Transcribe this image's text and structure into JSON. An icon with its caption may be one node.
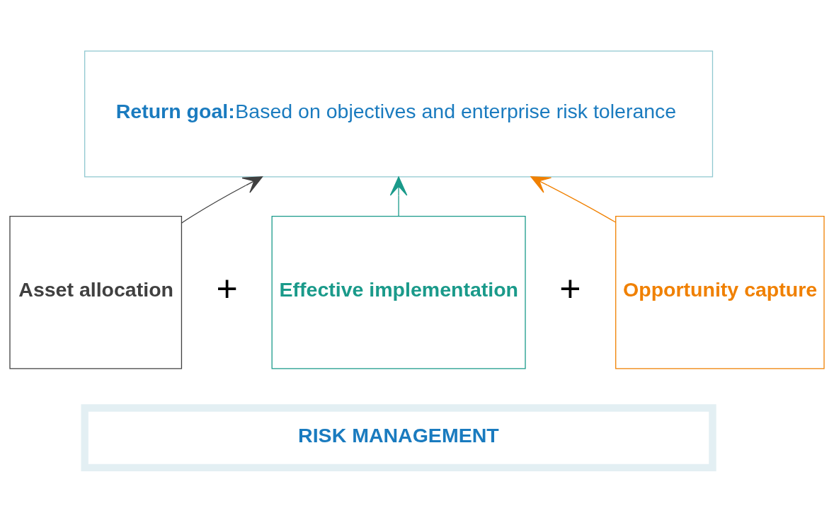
{
  "diagram": {
    "nodes": [
      {
        "text": [
          "Return goal:",
          "Based on objectives and enterprise risk tolerance"
        ]
      },
      {
        "text": [
          "RISK MANAGEMENT"
        ]
      },
      {
        "text": [
          "Asset allocation"
        ]
      },
      {
        "text": [
          "Effective implementation"
        ]
      },
      {
        "text": [
          "Opportunity capture"
        ]
      }
    ],
    "edges": [
      {
        "from": 2,
        "to": 0,
        "arrow": "to",
        "color": "#404040"
      },
      {
        "from": 3,
        "to": 0,
        "arrow": "to",
        "color": "#1a9a8a"
      },
      {
        "from": 4,
        "to": 0,
        "arrow": "to",
        "color": "#f08000"
      }
    ],
    "labels": [
      "+",
      "+"
    ]
  }
}
